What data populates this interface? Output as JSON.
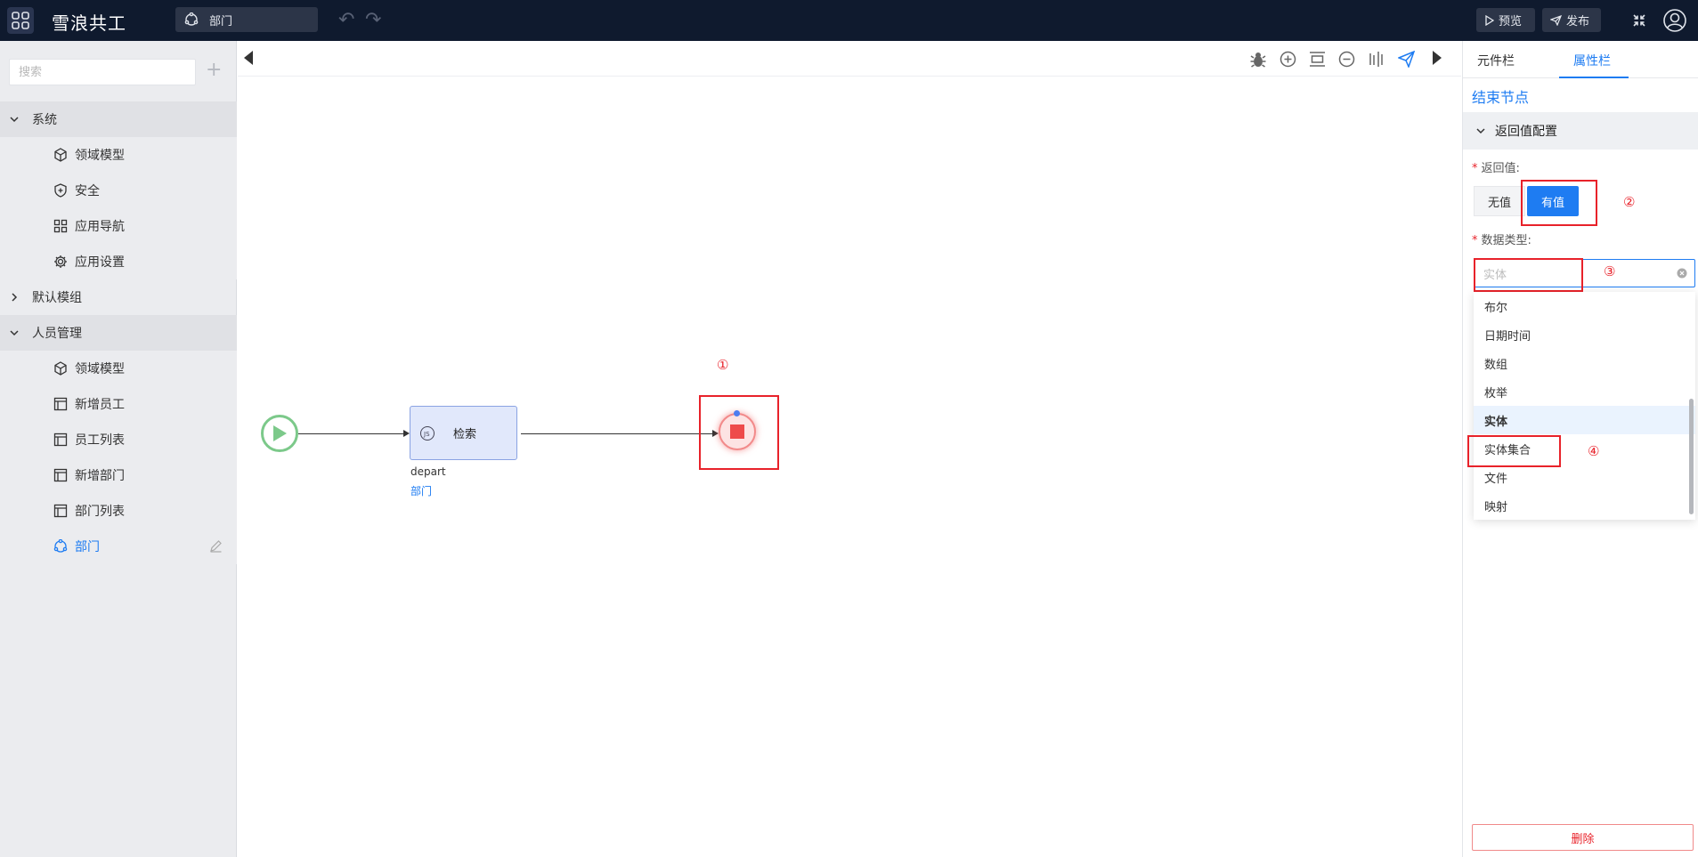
{
  "header": {
    "app_title": "雪浪共工",
    "breadcrumb": "部门",
    "preview_label": "预览",
    "publish_label": "发布"
  },
  "sidebar": {
    "search_placeholder": "搜索",
    "groups": [
      {
        "label": "系统",
        "expanded": true,
        "items": [
          {
            "label": "领域模型",
            "icon": "cube-icon"
          },
          {
            "label": "安全",
            "icon": "shield-icon"
          },
          {
            "label": "应用导航",
            "icon": "grid-icon"
          },
          {
            "label": "应用设置",
            "icon": "gear-icon"
          }
        ]
      },
      {
        "label": "默认模组",
        "expanded": false,
        "items": []
      },
      {
        "label": "人员管理",
        "expanded": true,
        "items": [
          {
            "label": "领域模型",
            "icon": "cube-icon"
          },
          {
            "label": "新增员工",
            "icon": "page-icon"
          },
          {
            "label": "员工列表",
            "icon": "page-icon"
          },
          {
            "label": "新增部门",
            "icon": "page-icon"
          },
          {
            "label": "部门列表",
            "icon": "page-icon"
          },
          {
            "label": "部门",
            "icon": "flow-icon",
            "active": true
          }
        ]
      }
    ]
  },
  "canvas": {
    "task_label": "检索",
    "task_name": "depart",
    "task_type": "部门",
    "step1": "①"
  },
  "panel": {
    "tabs": [
      "元件栏",
      "属性栏"
    ],
    "active_tab": 1,
    "node_title": "结束节点",
    "section_title": "返回值配置",
    "return_label": "返回值:",
    "toggle_off": "无值",
    "toggle_on": "有值",
    "step2": "②",
    "type_label": "数据类型:",
    "select_placeholder": "实体",
    "step3": "③",
    "options": [
      "布尔",
      "日期时间",
      "数组",
      "枚举",
      "实体",
      "实体集合",
      "文件",
      "映射"
    ],
    "selected_option": "实体",
    "step4": "④",
    "delete_label": "删除"
  },
  "colors": {
    "accent": "#1e7cf2",
    "topbar": "#0f1a2e",
    "annotation": "#e8222a"
  }
}
